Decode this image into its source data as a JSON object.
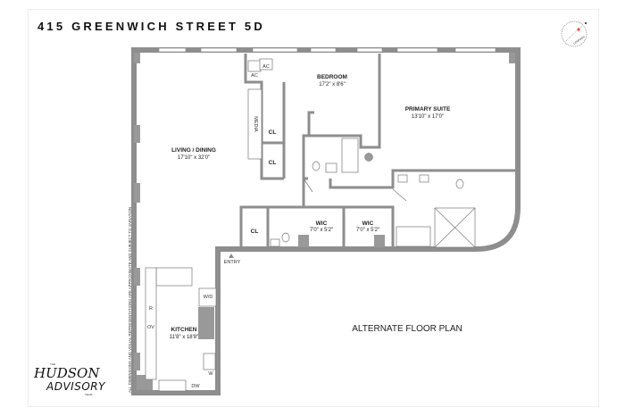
{
  "header": {
    "title": "415 GREENWICH STREET 5D"
  },
  "compass": {
    "label": "COMPASS",
    "icon": "compass-icon"
  },
  "rooms": {
    "bedroom": {
      "name": "BEDROOM",
      "dims": "17'2\" x 8'6\""
    },
    "primary": {
      "name": "PRIMARY SUITE",
      "dims": "13'10\" x 17'0\""
    },
    "living": {
      "name": "LIVING / DINING",
      "dims": "17'10\" x 32'0\""
    },
    "kitchen": {
      "name": "KITCHEN",
      "dims": "11'8\" x 18'8\""
    },
    "wic1": {
      "name": "WIC",
      "dims": "7'0\" x 5'2\""
    },
    "wic2": {
      "name": "WIC",
      "dims": "7'0\" x 5'2\""
    }
  },
  "fixtures": {
    "media": "MEDIA",
    "cl1": "CL",
    "cl2": "CL",
    "cl3": "CL",
    "ac1": "AC",
    "ac2": "AC",
    "entry": "ENTRY",
    "r": "R",
    "ov": "OV",
    "wd": "W/D",
    "w": "W",
    "dw": "DW"
  },
  "plan_note": "ALTERNATE FLOOR PLAN",
  "disclaimer": "ALL DIMENSIONS AND VISUAL REPRESENTATIONS ARE APPROXIMATE AND SUBJECT TO VARIATION",
  "logo": {
    "the": "THE",
    "line1": "HUDSON",
    "line2": "ADVISORY",
    "sub": "TEAM"
  }
}
